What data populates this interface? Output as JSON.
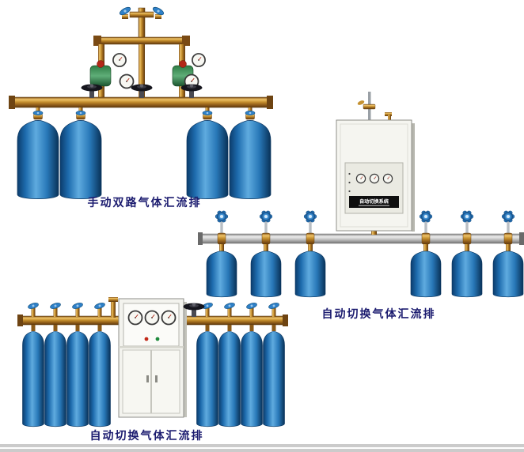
{
  "page": {
    "background_color": "#ffffff"
  },
  "captions": {
    "manual_dual": "手动双路气体汇流排",
    "auto_switch_right": "自动切换气体汇流排",
    "auto_switch_bottom": "自动切换气体汇流排"
  },
  "cabinet_panel": {
    "title": "自动切换系统"
  },
  "colors": {
    "caption_text": "#1b1b6f",
    "brass_pipe": "#c08a2a",
    "cylinder_blue": "#2878b8",
    "manifold_silver": "#c0c0c0",
    "cabinet_body": "#f4f4ef",
    "regulator_green": "#42a060",
    "valve_knob_blue": "#2e80c8",
    "panel_strip_bg": "#101010",
    "panel_strip_text": "#ffffff"
  }
}
